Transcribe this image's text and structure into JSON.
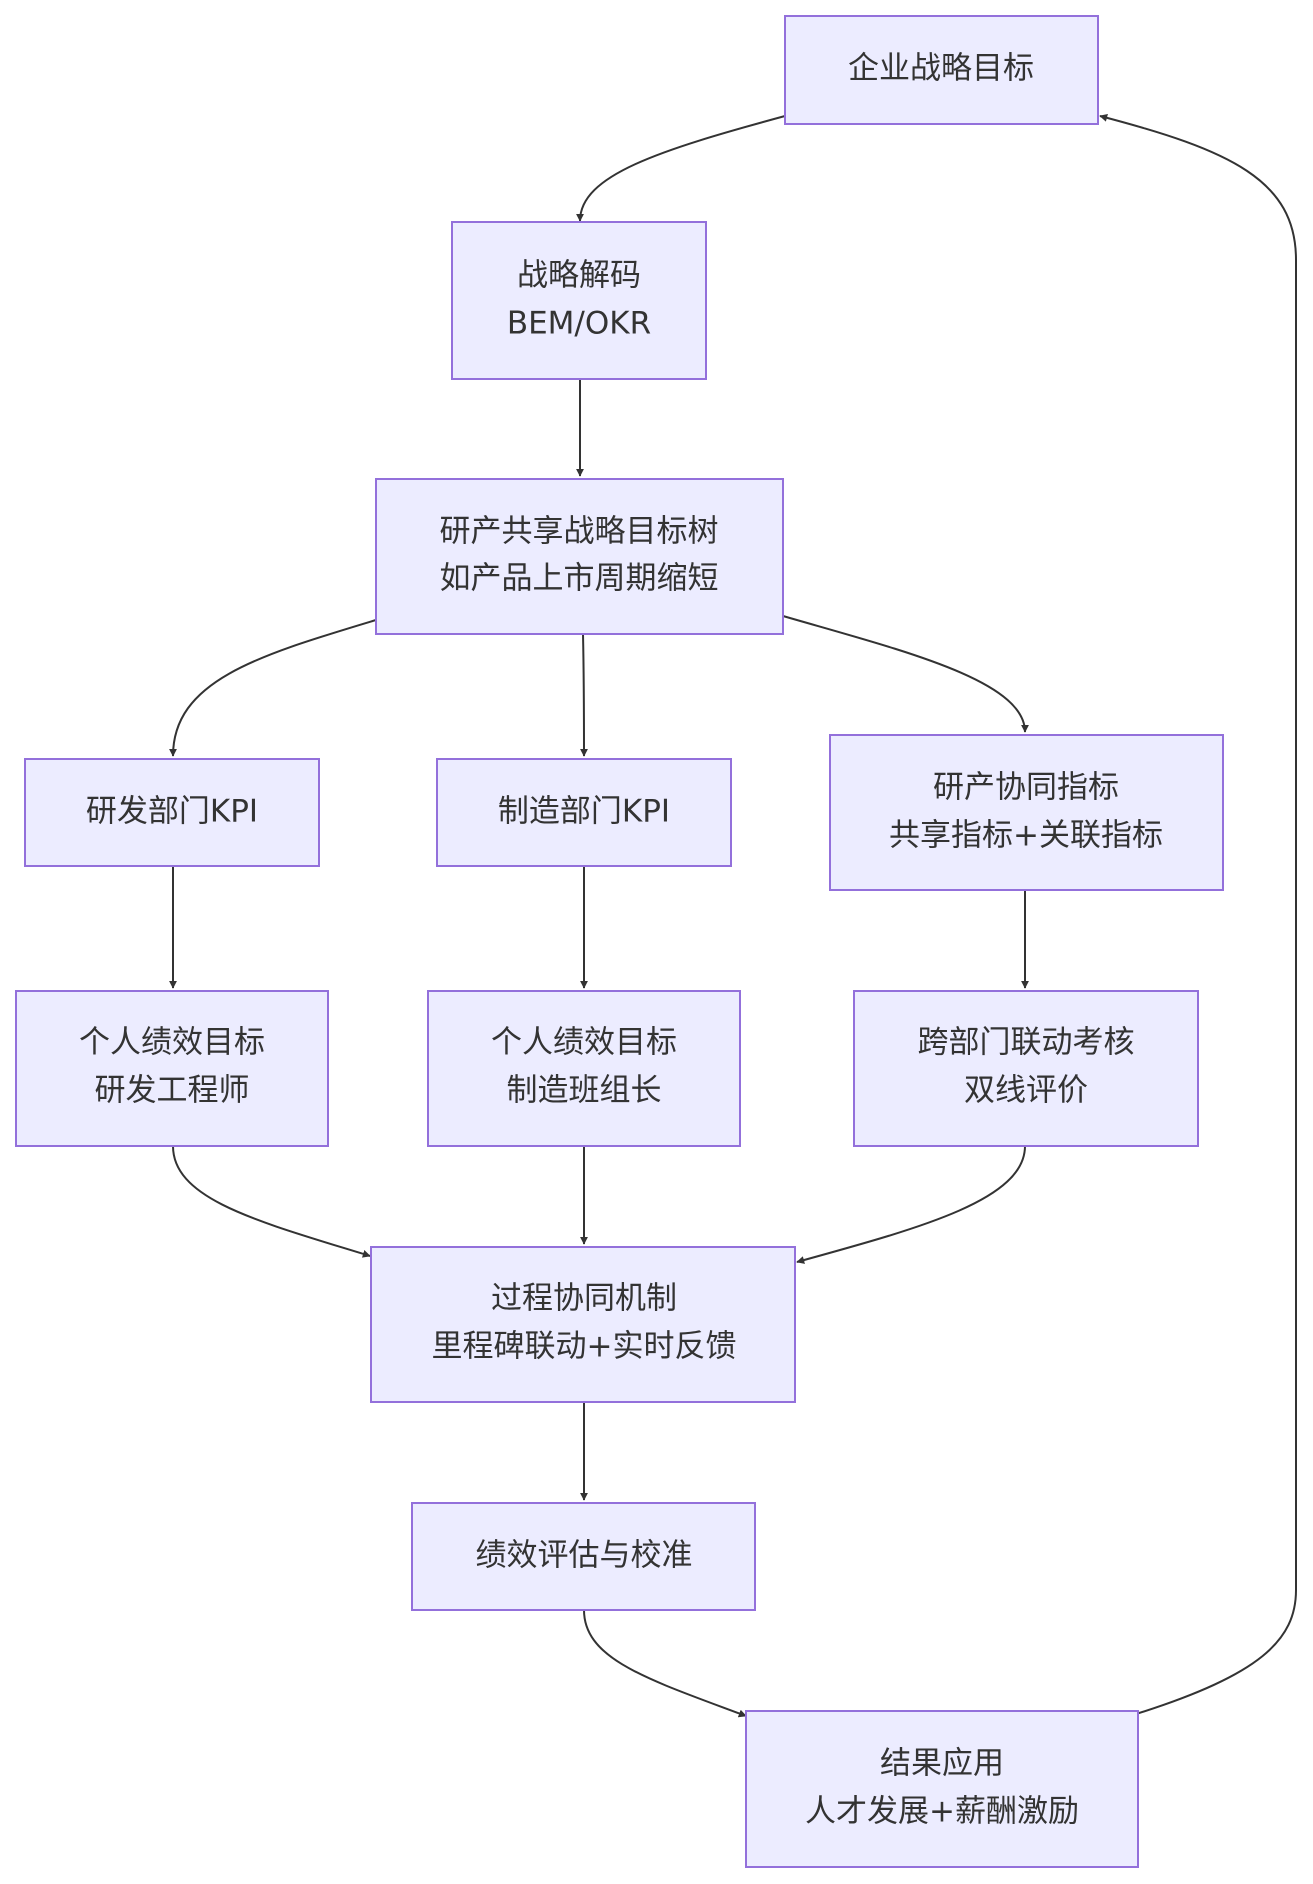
{
  "nodes": {
    "strategy_goal": {
      "lines": [
        "企业战略目标"
      ]
    },
    "strategy_decode": {
      "lines": [
        "战略解码",
        "BEM/OKR"
      ]
    },
    "shared_tree": {
      "lines": [
        "研产共享战略目标树",
        "如产品上市周期缩短"
      ]
    },
    "rd_kpi": {
      "lines": [
        "研发部门KPI"
      ]
    },
    "mfg_kpi": {
      "lines": [
        "制造部门KPI"
      ]
    },
    "collab_metrics": {
      "lines": [
        "研产协同指标",
        "共享指标+关联指标"
      ]
    },
    "personal_rd": {
      "lines": [
        "个人绩效目标",
        "研发工程师"
      ]
    },
    "personal_mfg": {
      "lines": [
        "个人绩效目标",
        "制造班组长"
      ]
    },
    "cross_dept": {
      "lines": [
        "跨部门联动考核",
        "双线评价"
      ]
    },
    "process_collab": {
      "lines": [
        "过程协同机制",
        "里程碑联动+实时反馈"
      ]
    },
    "evaluation": {
      "lines": [
        "绩效评估与校准"
      ]
    },
    "result_apply": {
      "lines": [
        "结果应用",
        "人才发展+薪酬激励"
      ]
    }
  },
  "colors": {
    "node_fill": "#ececff",
    "node_stroke": "#9370db",
    "edge": "#333333",
    "text": "#333333"
  }
}
